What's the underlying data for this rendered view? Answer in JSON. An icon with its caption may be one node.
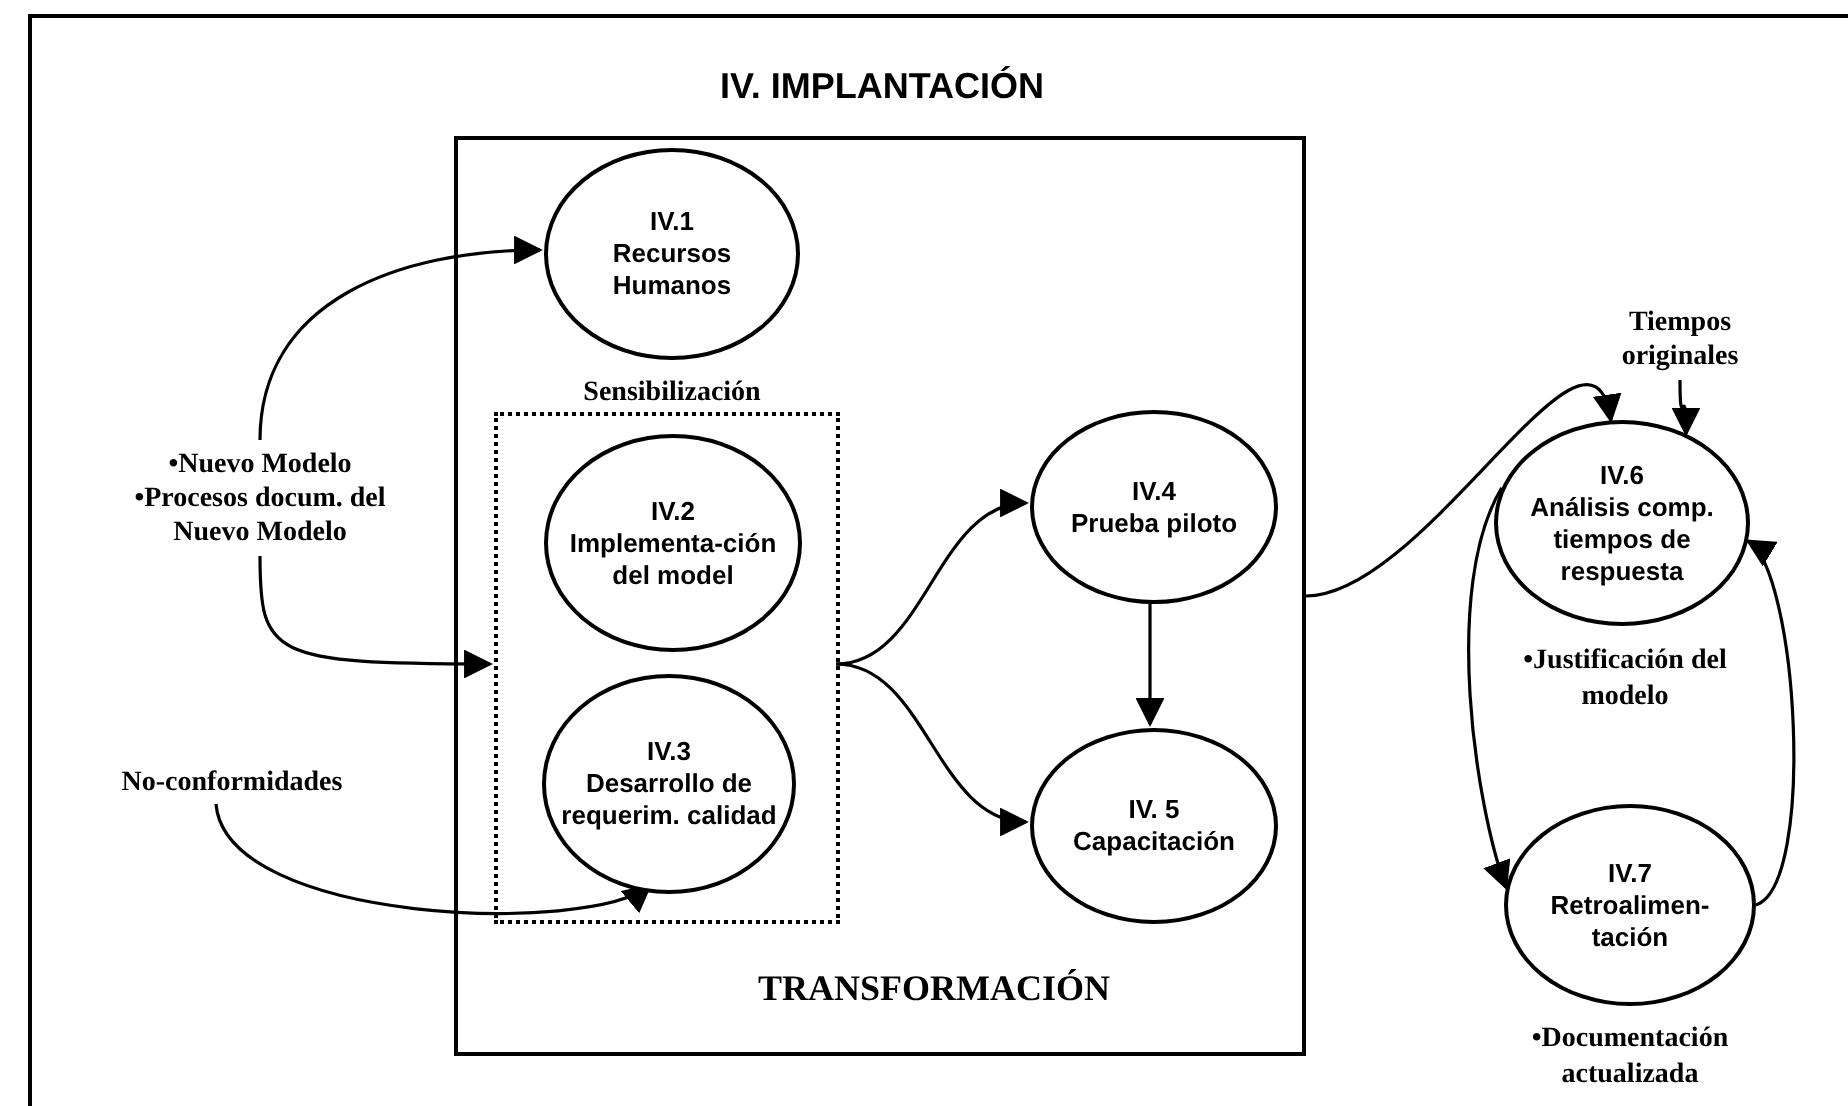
{
  "diagram": {
    "title": "IV. IMPLANTACIÓN",
    "nodes": [
      {
        "text": [
          "TRANSFORMACIÓN"
        ]
      },
      {
        "text": [
          "IV.1",
          "Recursos Humanos"
        ],
        "in": 0,
        "beside": [
          "Sensibilización"
        ]
      },
      {
        "text": [],
        "shape": "box",
        "in": 0
      },
      {
        "text": [
          "IV.2",
          "Implementa-ción del model"
        ],
        "in": 2
      },
      {
        "text": [
          "IV.3",
          "Desarrollo de requerim. calidad"
        ],
        "in": 2
      },
      {
        "text": [
          "IV.4",
          "Prueba piloto"
        ],
        "in": 0
      },
      {
        "text": [
          "IV. 5",
          "Capacitación"
        ],
        "in": 0
      },
      {
        "text": [
          "IV.6",
          "Análisis comp. tiempos de respuesta"
        ]
      },
      {
        "text": [
          "IV.7",
          "Retroalimen-tación"
        ],
        "beside": [
          "•Documentación actualizada"
        ]
      },
      {
        "text": [
          "•Nuevo Modelo",
          "•Procesos docum. del Nuevo Modelo"
        ]
      },
      {
        "text": [
          "No-conformidades"
        ]
      },
      {
        "text": [
          "Tiempos originales"
        ]
      }
    ],
    "edges": [
      {
        "from": 9,
        "to": 1,
        "arrow": "to"
      },
      {
        "from": 9,
        "to": 2,
        "arrow": "to"
      },
      {
        "from": 10,
        "to": 4,
        "arrow": "to"
      },
      {
        "from": 2,
        "to": 5,
        "arrow": "to"
      },
      {
        "from": 2,
        "to": 6,
        "arrow": "to"
      },
      {
        "from": 5,
        "to": 6,
        "arrow": "to"
      },
      {
        "from": 0,
        "to": 7,
        "arrow": "to"
      },
      {
        "from": 11,
        "to": 7,
        "arrow": "to"
      },
      {
        "from": 7,
        "to": 8,
        "arrow": "to"
      },
      {
        "from": 8,
        "to": 7,
        "arrow": "to"
      }
    ],
    "labels": [
      "•Justificación del modelo"
    ]
  }
}
